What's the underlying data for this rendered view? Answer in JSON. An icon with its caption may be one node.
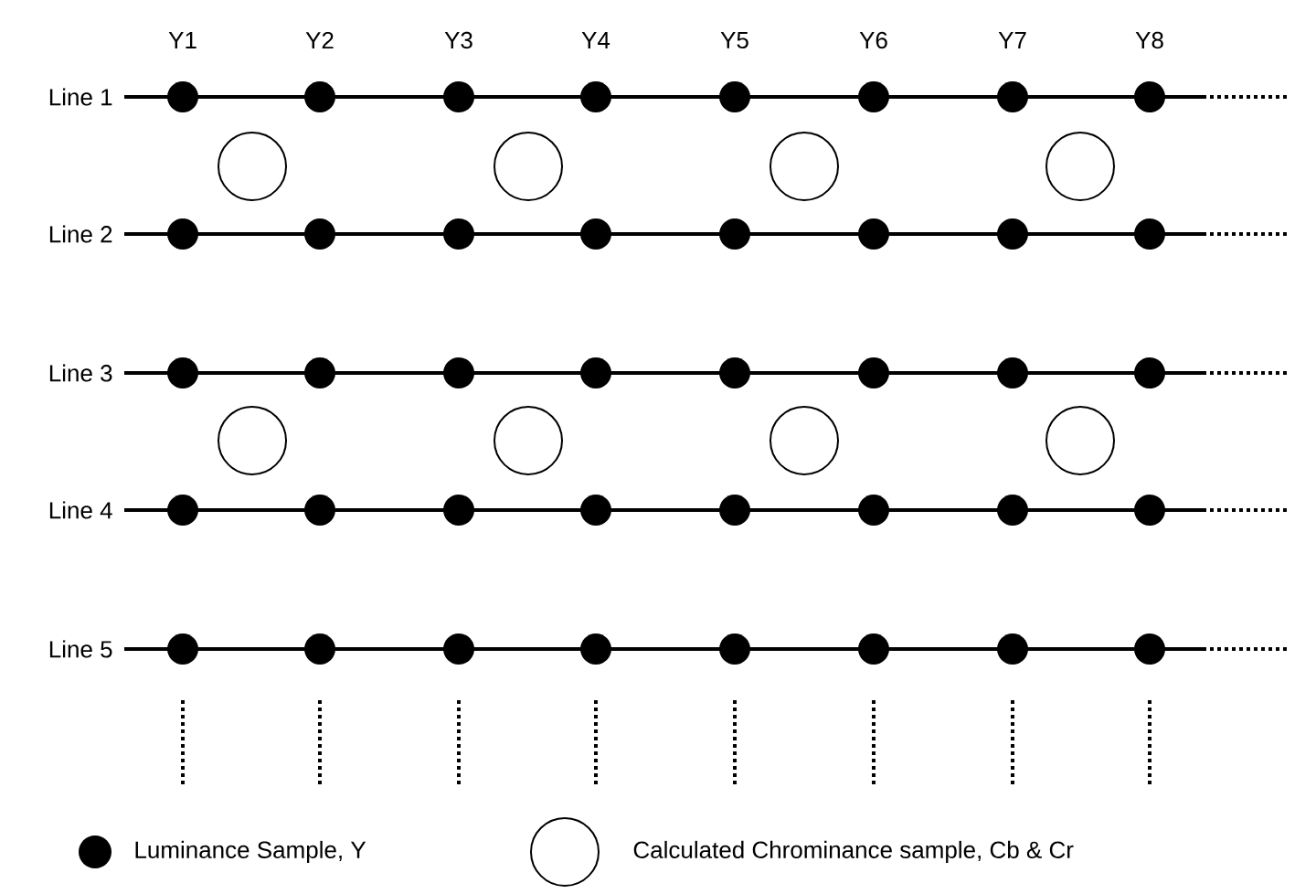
{
  "diagram": {
    "labels": [
      "Y1",
      "Y2",
      "Y3",
      "Y4",
      "Y5",
      "Y6",
      "Y7",
      "Y8",
      "Line 1",
      "Line 2",
      "Line 3",
      "Line 4",
      "Line 5"
    ],
    "legend": [
      {
        "text": "Luminance Sample, Y"
      },
      {
        "text": "Calculated Chrominance sample, Cb & Cr"
      }
    ]
  }
}
